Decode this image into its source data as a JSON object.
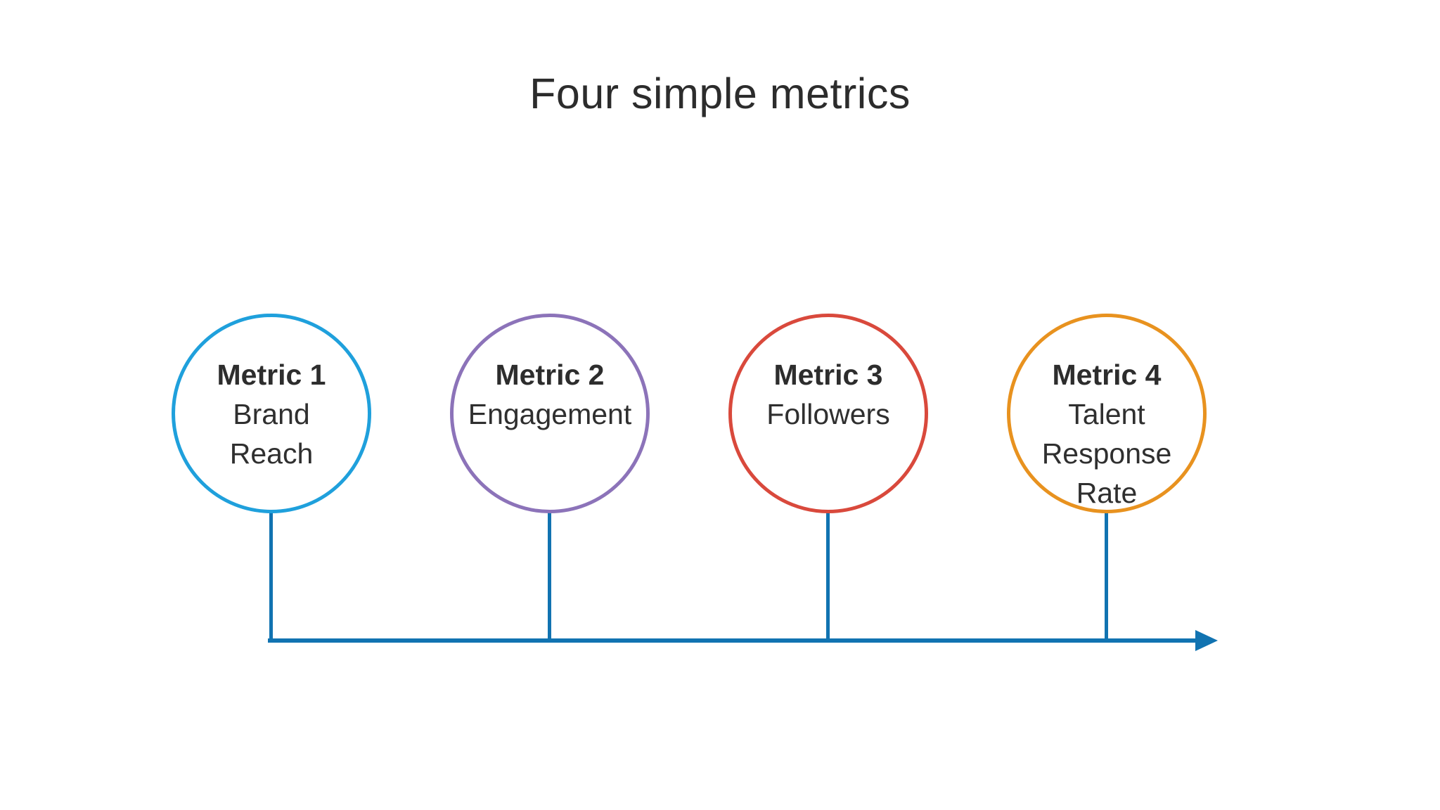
{
  "title": "Four simple metrics",
  "metrics": [
    {
      "label": "Metric 1",
      "value": "Brand Reach",
      "color": "#1fa0dc"
    },
    {
      "label": "Metric 2",
      "value": "Engagement",
      "color": "#8c73b9"
    },
    {
      "label": "Metric 3",
      "value": "Followers",
      "color": "#d9493c"
    },
    {
      "label": "Metric 4",
      "value": "Talent Response Rate",
      "color": "#e8921f"
    }
  ],
  "timeline": {
    "color": "#1173b1",
    "direction": "right"
  }
}
